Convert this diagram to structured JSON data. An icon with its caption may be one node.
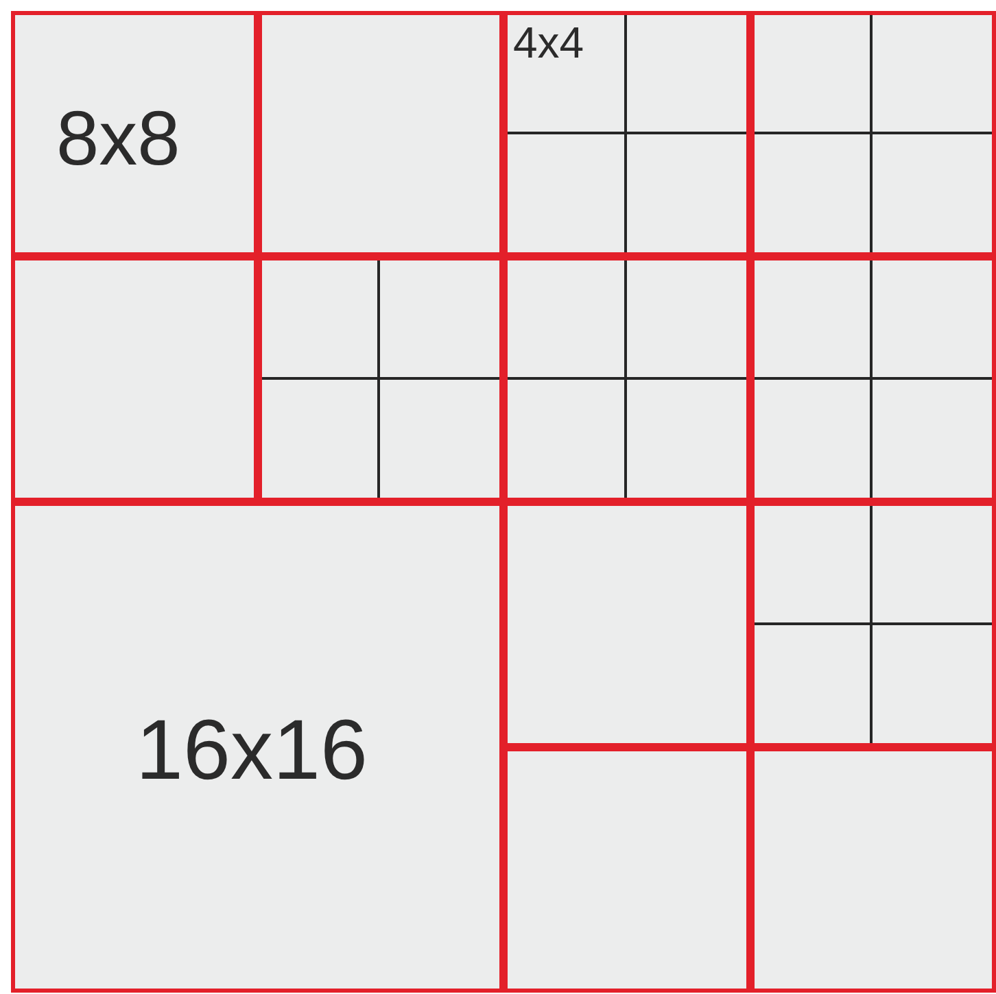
{
  "diagram": {
    "nodes": [
      {
        "text": [
          "8x8"
        ]
      },
      {
        "text": [],
        "shape": "box"
      },
      {
        "text": [],
        "shape": "box"
      },
      {
        "text": [
          "4x4"
        ],
        "in": 2
      },
      {
        "text": [],
        "shape": "box",
        "in": 2
      },
      {
        "text": [],
        "shape": "box",
        "in": 2
      },
      {
        "text": [],
        "shape": "box",
        "in": 2
      },
      {
        "text": [],
        "shape": "box"
      },
      {
        "text": [],
        "shape": "box",
        "in": 7
      },
      {
        "text": [],
        "shape": "box",
        "in": 7
      },
      {
        "text": [],
        "shape": "box",
        "in": 7
      },
      {
        "text": [],
        "shape": "box",
        "in": 7
      },
      {
        "text": [],
        "shape": "box"
      },
      {
        "text": [],
        "shape": "box"
      },
      {
        "text": [],
        "shape": "box",
        "in": 13
      },
      {
        "text": [],
        "shape": "box",
        "in": 13
      },
      {
        "text": [],
        "shape": "box",
        "in": 13
      },
      {
        "text": [],
        "shape": "box",
        "in": 13
      },
      {
        "text": [],
        "shape": "box"
      },
      {
        "text": [],
        "shape": "box",
        "in": 18
      },
      {
        "text": [],
        "shape": "box",
        "in": 18
      },
      {
        "text": [],
        "shape": "box",
        "in": 18
      },
      {
        "text": [],
        "shape": "box",
        "in": 18
      },
      {
        "text": [],
        "shape": "box"
      },
      {
        "text": [],
        "shape": "box",
        "in": 23
      },
      {
        "text": [],
        "shape": "box",
        "in": 23
      },
      {
        "text": [],
        "shape": "box",
        "in": 23
      },
      {
        "text": [],
        "shape": "box",
        "in": 23
      },
      {
        "text": [
          "16x16"
        ]
      },
      {
        "text": [],
        "shape": "box"
      },
      {
        "text": [],
        "shape": "box"
      },
      {
        "text": [],
        "shape": "box",
        "in": 30
      },
      {
        "text": [],
        "shape": "box",
        "in": 30
      },
      {
        "text": [],
        "shape": "box",
        "in": 30
      },
      {
        "text": [],
        "shape": "box",
        "in": 30
      },
      {
        "text": [],
        "shape": "box"
      },
      {
        "text": [],
        "shape": "box"
      }
    ]
  }
}
